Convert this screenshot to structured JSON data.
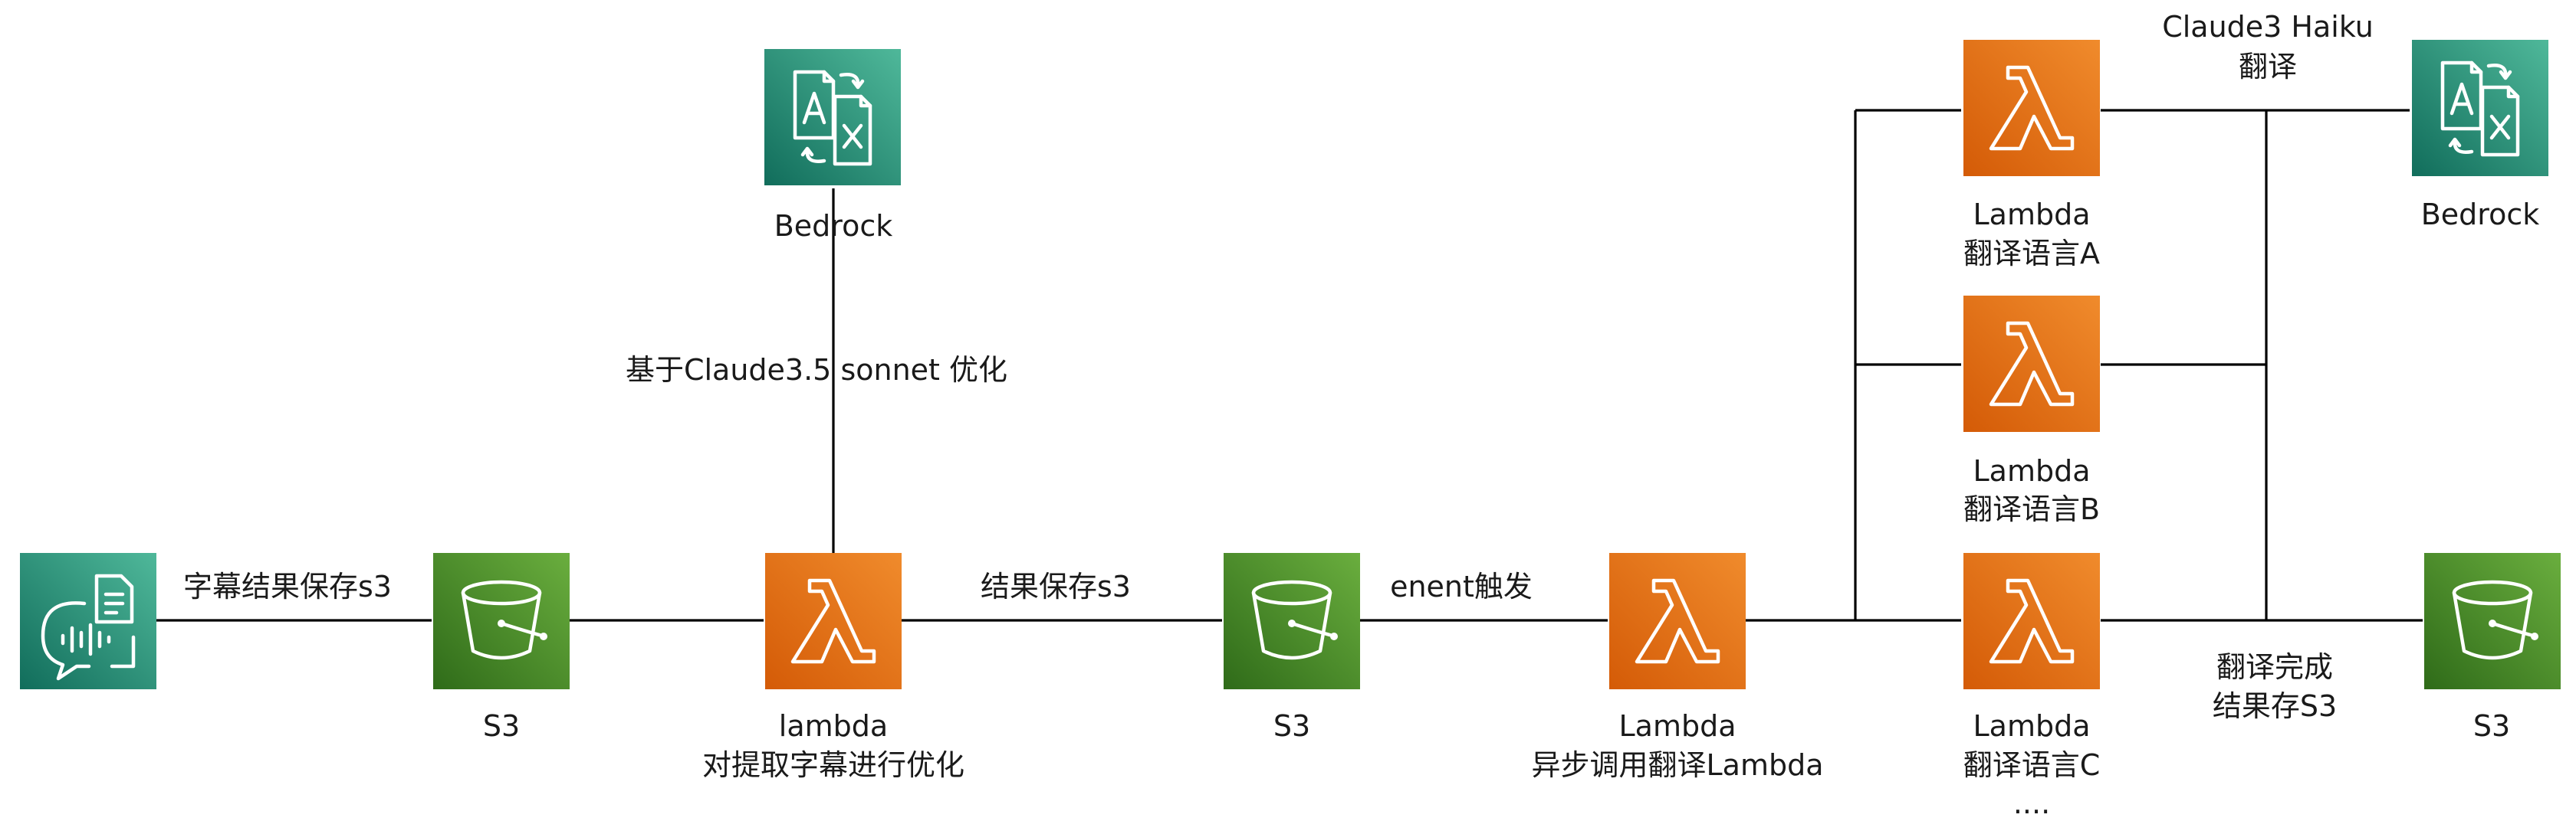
{
  "colors": {
    "s3": "#3f8624",
    "lambda": "#e7711b",
    "bedrock": "#1e8a6e",
    "transcribe": "#1e8a6e"
  },
  "nodes": {
    "transcribe": {
      "icon": "transcribe-icon"
    },
    "s3_input": {
      "icon": "s3-bucket-icon",
      "label": "S3"
    },
    "lambda_optimize": {
      "icon": "lambda-icon",
      "label": "lambda",
      "sublabel": "对提取字幕进行优化"
    },
    "bedrock_optimize": {
      "icon": "bedrock-icon",
      "label": "Bedrock"
    },
    "s3_result": {
      "icon": "s3-bucket-icon",
      "label": "S3"
    },
    "lambda_dispatch": {
      "icon": "lambda-icon",
      "label": "Lambda",
      "sublabel": "异步调用翻译Lambda"
    },
    "lambda_a": {
      "icon": "lambda-icon",
      "label": "Lambda",
      "sublabel": "翻译语言A"
    },
    "lambda_b": {
      "icon": "lambda-icon",
      "label": "Lambda",
      "sublabel": "翻译语言B"
    },
    "lambda_c": {
      "icon": "lambda-icon",
      "label": "Lambda",
      "sublabel": "翻译语言C",
      "more": "...."
    },
    "bedrock_translate": {
      "icon": "bedrock-icon",
      "label": "Bedrock"
    },
    "s3_output": {
      "icon": "s3-bucket-icon",
      "label": "S3"
    }
  },
  "edges": {
    "transcribe_to_s3": "字幕结果保存s3",
    "lambda_to_bedrock": "基于Claude3.5 sonnet 优化",
    "lambda_to_s3": "结果保存s3",
    "s3_to_dispatch": "enent触发",
    "translate_to_bedrock_line1": "Claude3 Haiku",
    "translate_to_bedrock_line2": "翻译",
    "translate_to_s3_line1": "翻译完成",
    "translate_to_s3_line2": "结果存S3"
  }
}
